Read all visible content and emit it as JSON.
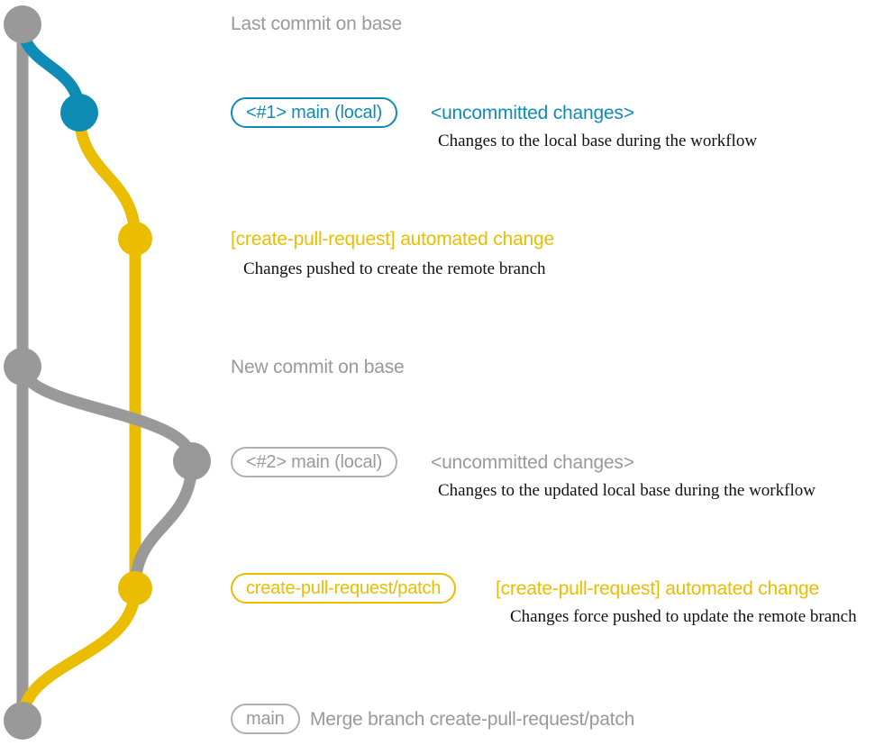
{
  "diagram": {
    "title": "git commit graph for create-pull-request workflow",
    "colors": {
      "gray": "#999999",
      "blue": "#0f8cb5",
      "yellow": "#ebbd00",
      "gray_badge_border": "#b0b0b0",
      "background": "#ffffff",
      "description_text": "#121212"
    }
  },
  "rows": [
    {
      "id": "last-commit-on-base",
      "node_color": "gray",
      "badge": null,
      "heading": "Last commit on base",
      "heading_color": "gray",
      "description": null
    },
    {
      "id": "local-main-1",
      "node_color": "blue",
      "badge": "<#1> main (local)",
      "badge_color": "blue",
      "heading": "<uncommitted changes>",
      "heading_color": "blue",
      "description": "Changes to the local base during the workflow"
    },
    {
      "id": "automated-change-1",
      "node_color": "yellow",
      "badge": null,
      "heading": "[create-pull-request] automated change",
      "heading_color": "yellow",
      "description": "Changes pushed to create the remote branch"
    },
    {
      "id": "new-commit-on-base",
      "node_color": "gray",
      "badge": null,
      "heading": "New commit on base",
      "heading_color": "gray",
      "description": null
    },
    {
      "id": "local-main-2",
      "node_color": "gray",
      "badge": "<#2> main (local)",
      "badge_color": "gray",
      "heading": "<uncommitted changes>",
      "heading_color": "gray",
      "description": "Changes to the updated local base during the workflow"
    },
    {
      "id": "automated-change-2",
      "node_color": "yellow",
      "badge": "create-pull-request/patch",
      "badge_color": "yellow",
      "heading": "[create-pull-request] automated change",
      "heading_color": "yellow",
      "description": "Changes force pushed to update the remote branch"
    },
    {
      "id": "merge-commit",
      "node_color": "gray",
      "badge": "main",
      "badge_color": "gray",
      "heading": "Merge branch create-pull-request/patch",
      "heading_color": "gray",
      "description": null
    }
  ]
}
